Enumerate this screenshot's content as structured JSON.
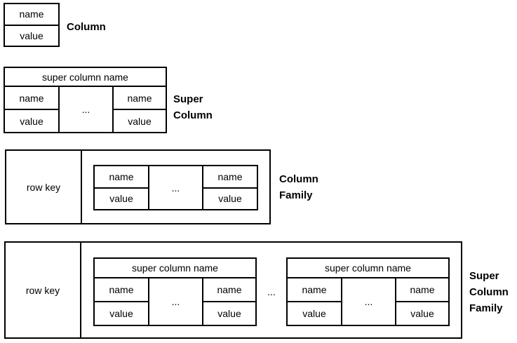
{
  "sections": {
    "column": {
      "label": "Column",
      "cells": {
        "name": "name",
        "value": "value"
      }
    },
    "super_column": {
      "label_lines": [
        "Super",
        "Column"
      ],
      "header": "super column name",
      "cells": {
        "name": "name",
        "value": "value"
      },
      "ellipsis": "..."
    },
    "column_family": {
      "label_lines": [
        "Column",
        "Family"
      ],
      "row_key": "row key",
      "cells": {
        "name": "name",
        "value": "value"
      },
      "ellipsis": "..."
    },
    "super_column_family": {
      "label_lines": [
        "Super",
        "Column",
        "Family"
      ],
      "row_key": "row key",
      "blocks": [
        {
          "header": "super column name",
          "cells": {
            "name": "name",
            "value": "value"
          },
          "ellipsis": "..."
        },
        {
          "header": "super column name",
          "cells": {
            "name": "name",
            "value": "value"
          },
          "ellipsis": "..."
        }
      ],
      "ellipsis_between": "..."
    }
  },
  "colors": {
    "line": "#000000",
    "text": "#000000",
    "background": "#ffffff"
  }
}
